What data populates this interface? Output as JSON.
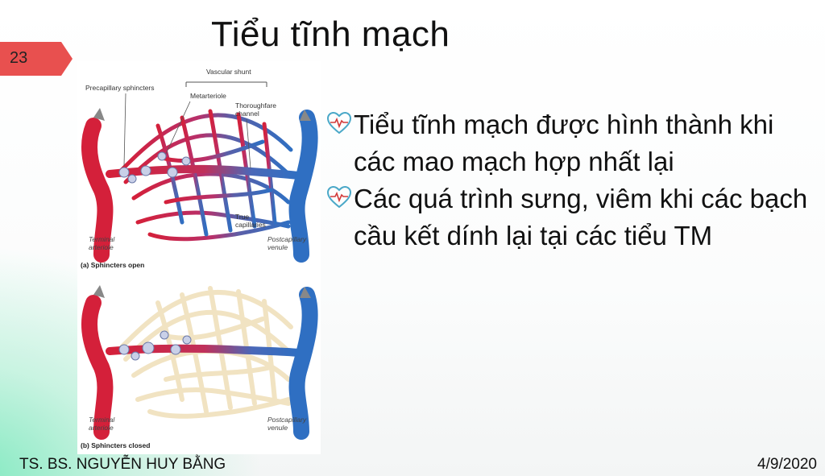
{
  "slide": {
    "number": "23",
    "title": "Tiểu tĩnh mạch",
    "accent_color": "#e8504f"
  },
  "figure": {
    "top_labels": {
      "vascular_shunt": "Vascular shunt",
      "precapillary_sphincters": "Precapillary sphincters",
      "metarteriole": "Metarteriole",
      "thoroughfare_channel_1": "Thoroughfare",
      "thoroughfare_channel_2": "channel",
      "true_capillaries_1": "True",
      "true_capillaries_2": "capillaries",
      "terminal_arteriole_1": "Terminal",
      "terminal_arteriole_2": "arteriole",
      "postcapillary_venule_1": "Postcapillary",
      "postcapillary_venule_2": "venule",
      "caption": "(a) Sphincters open"
    },
    "bottom_labels": {
      "terminal_arteriole_1": "Terminal",
      "terminal_arteriole_2": "arteriole",
      "postcapillary_venule_1": "Postcapillary",
      "postcapillary_venule_2": "venule",
      "caption": "(b) Sphincters closed"
    }
  },
  "bullets": [
    {
      "icon": "heart-pulse-icon",
      "text": "Tiểu tĩnh mạch được hình thành khi các mao mạch hợp nhất lại"
    },
    {
      "icon": "heart-pulse-icon",
      "text": "Các quá trình sưng, viêm khi các bạch cầu kết dính lại tại các tiểu TM"
    }
  ],
  "footer": {
    "author": "TS. BS. NGUYỄN HUY BẰNG",
    "date": "4/9/2020"
  }
}
